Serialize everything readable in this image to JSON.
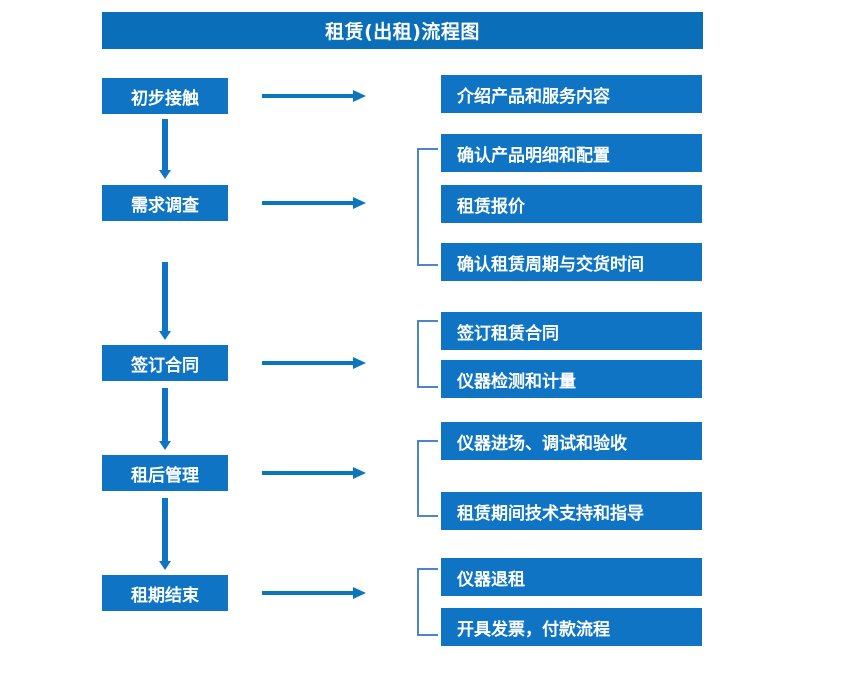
{
  "title": "租赁(出租)流程图",
  "colors": {
    "box_fill": "#0f74c4",
    "title_fill": "#0a6fb8",
    "arrow": "#0c76bd",
    "bracket": "#4a86c8",
    "text": "#ffffff",
    "background": "#ffffff"
  },
  "stages": [
    {
      "label": "初步接触"
    },
    {
      "label": "需求调查"
    },
    {
      "label": "签订合同"
    },
    {
      "label": "租后管理"
    },
    {
      "label": "租期结束"
    }
  ],
  "details": [
    {
      "label": "介绍产品和服务内容"
    },
    {
      "label": "确认产品明细和配置"
    },
    {
      "label": "租赁报价"
    },
    {
      "label": "确认租赁周期与交货时间"
    },
    {
      "label": "签订租赁合同"
    },
    {
      "label": "仪器检测和计量"
    },
    {
      "label": "仪器进场、调试和验收"
    },
    {
      "label": "租赁期间技术支持和指导"
    },
    {
      "label": "仪器退租"
    },
    {
      "label": "开具发票，付款流程"
    }
  ],
  "chart_data": {
    "type": "diagram",
    "title": "租赁(出租)流程图",
    "orientation": "vertical-with-branches",
    "nodes": [
      {
        "id": "s1",
        "label": "初步接触",
        "column": "left",
        "order": 1
      },
      {
        "id": "s2",
        "label": "需求调查",
        "column": "left",
        "order": 2
      },
      {
        "id": "s3",
        "label": "签订合同",
        "column": "left",
        "order": 3
      },
      {
        "id": "s4",
        "label": "租后管理",
        "column": "left",
        "order": 4
      },
      {
        "id": "s5",
        "label": "租期结束",
        "column": "left",
        "order": 5
      },
      {
        "id": "d1",
        "label": "介绍产品和服务内容",
        "column": "right",
        "parent": "s1"
      },
      {
        "id": "d2",
        "label": "确认产品明细和配置",
        "column": "right",
        "parent": "s2"
      },
      {
        "id": "d3",
        "label": "租赁报价",
        "column": "right",
        "parent": "s2"
      },
      {
        "id": "d4",
        "label": "确认租赁周期与交货时间",
        "column": "right",
        "parent": "s2"
      },
      {
        "id": "d5",
        "label": "签订租赁合同",
        "column": "right",
        "parent": "s3"
      },
      {
        "id": "d6",
        "label": "仪器检测和计量",
        "column": "right",
        "parent": "s3"
      },
      {
        "id": "d7",
        "label": "仪器进场、调试和验收",
        "column": "right",
        "parent": "s4"
      },
      {
        "id": "d8",
        "label": "租赁期间技术支持和指导",
        "column": "right",
        "parent": "s4"
      },
      {
        "id": "d9",
        "label": "仪器退租",
        "column": "right",
        "parent": "s5"
      },
      {
        "id": "d10",
        "label": "开具发票，付款流程",
        "column": "right",
        "parent": "s5"
      }
    ],
    "edges": [
      {
        "from": "s1",
        "to": "s2",
        "type": "arrow-down"
      },
      {
        "from": "s2",
        "to": "s3",
        "type": "arrow-down"
      },
      {
        "from": "s3",
        "to": "s4",
        "type": "arrow-down"
      },
      {
        "from": "s4",
        "to": "s5",
        "type": "arrow-down"
      },
      {
        "from": "s1",
        "to": "d1",
        "type": "arrow-right"
      },
      {
        "from": "s2",
        "to": "d2",
        "type": "arrow-right-bracket"
      },
      {
        "from": "s3",
        "to": "d5",
        "type": "arrow-right-bracket"
      },
      {
        "from": "s4",
        "to": "d7",
        "type": "arrow-right-bracket"
      },
      {
        "from": "s5",
        "to": "d9",
        "type": "arrow-right-bracket"
      }
    ]
  }
}
